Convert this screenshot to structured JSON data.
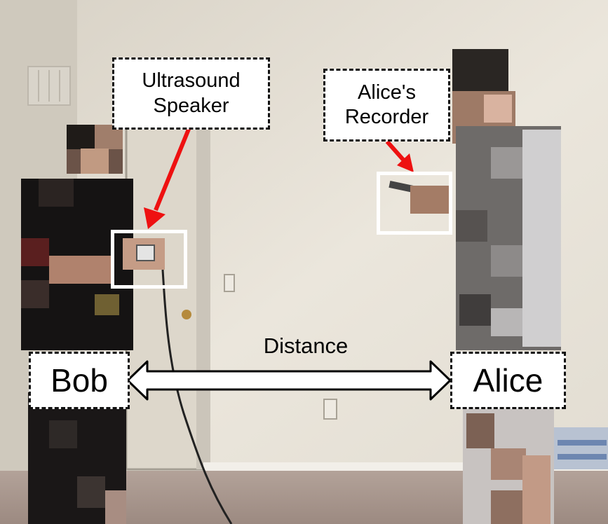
{
  "photo": {
    "labels": {
      "speaker_line1": "Ultrasound",
      "speaker_line2": "Speaker",
      "recorder_line1": "Alice's",
      "recorder_line2": "Recorder",
      "distance": "Distance",
      "bob": "Bob",
      "alice": "Alice"
    },
    "colors": {
      "arrow_red": "#ee1111",
      "highlight_box": "#ffffff",
      "wall": "#e6e0d4",
      "floor": "#a8958c"
    }
  }
}
